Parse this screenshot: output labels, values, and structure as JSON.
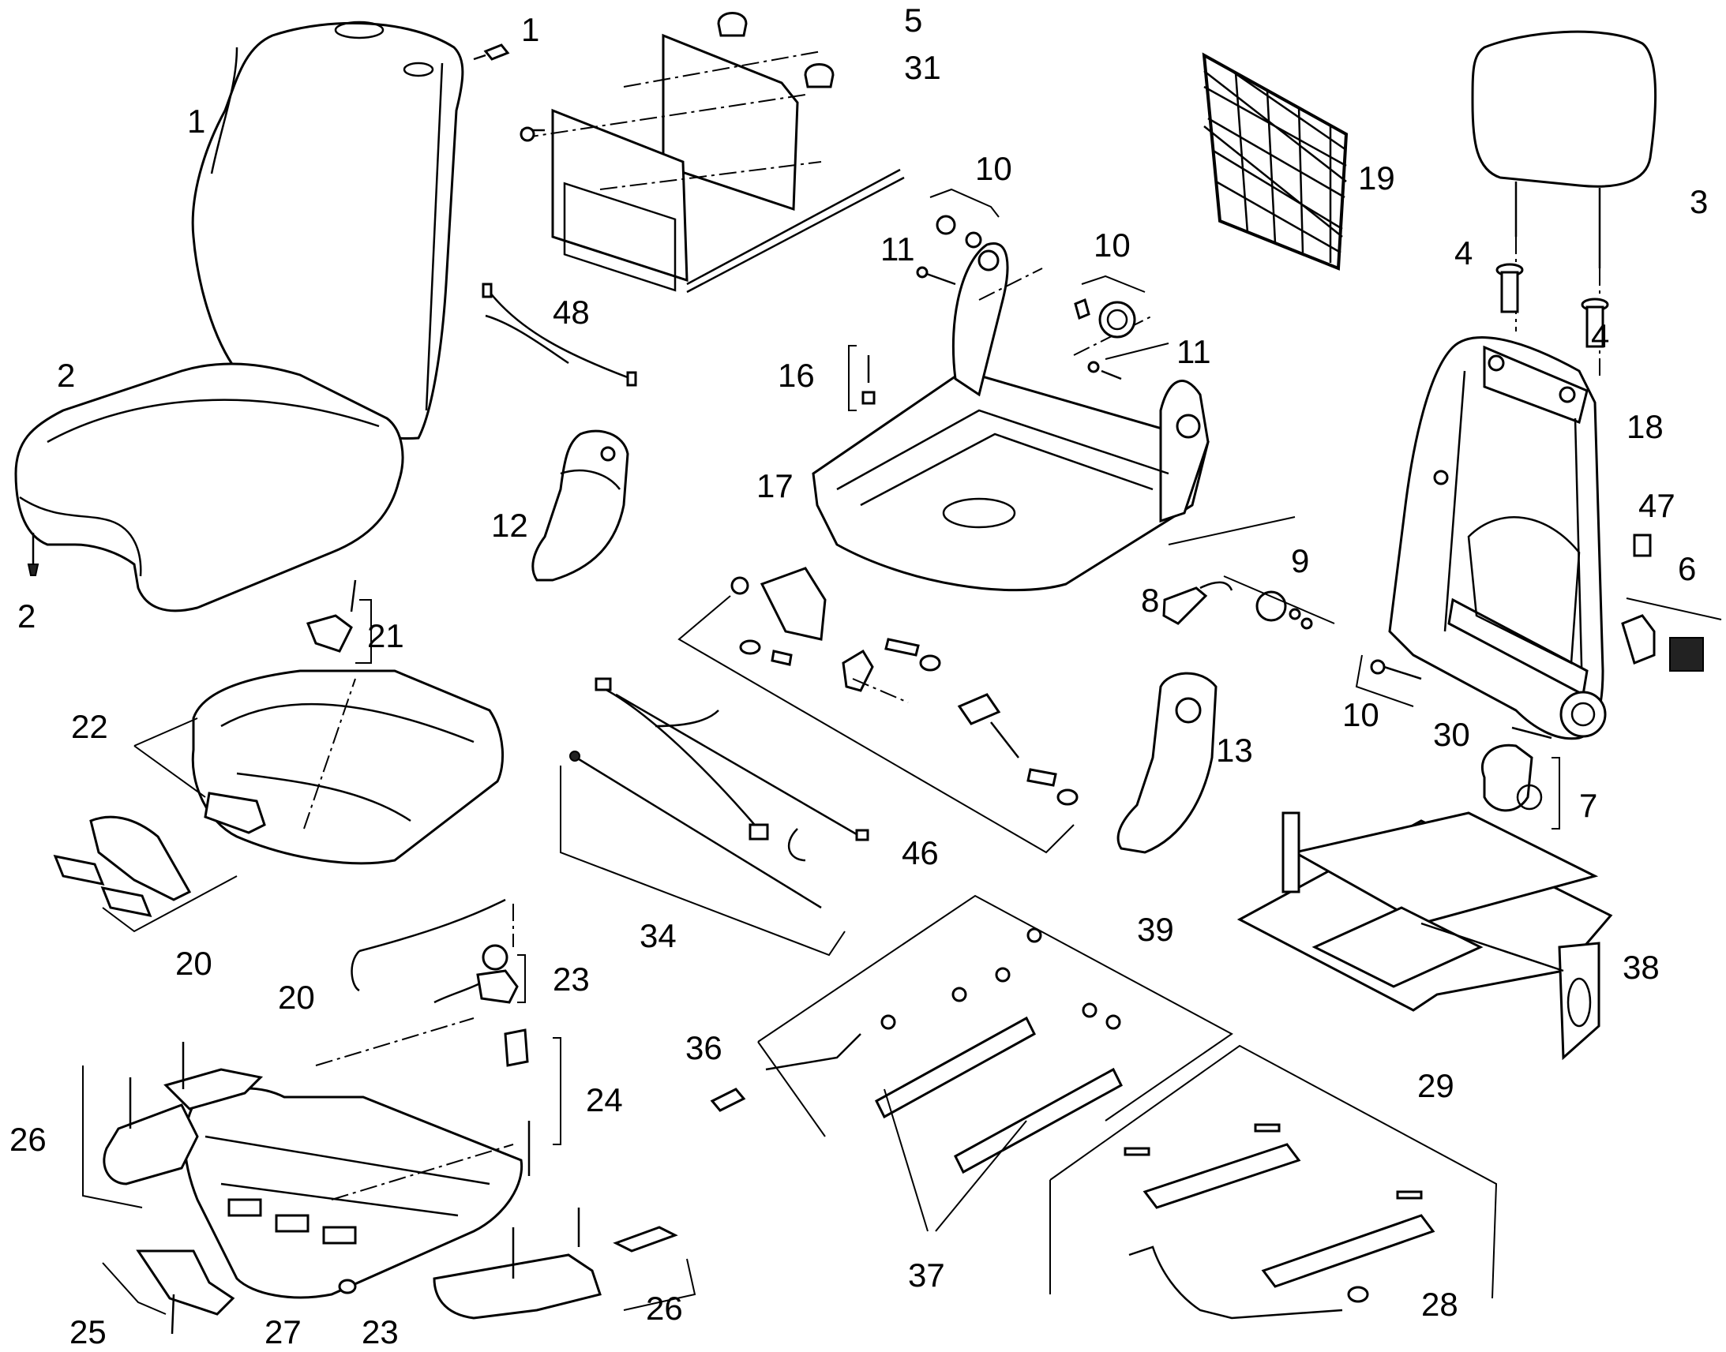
{
  "callouts": {
    "c1a": "1",
    "c1b": "1",
    "c2a": "2",
    "c2b": "2",
    "c3": "3",
    "c4a": "4",
    "c4b": "4",
    "c5": "5",
    "c6": "6",
    "c7": "7",
    "c8": "8",
    "c9": "9",
    "c10a": "10",
    "c10b": "10",
    "c10c": "10",
    "c11a": "11",
    "c11b": "11",
    "c12": "12",
    "c13": "13",
    "c16": "16",
    "c17": "17",
    "c18": "18",
    "c19": "19",
    "c20a": "20",
    "c20b": "20",
    "c21": "21",
    "c22": "22",
    "c23a": "23",
    "c23b": "23",
    "c24": "24",
    "c25": "25",
    "c26a": "26",
    "c26b": "26",
    "c27": "27",
    "c28": "28",
    "c29": "29",
    "c30": "30",
    "c31": "31",
    "c34": "34",
    "c36": "36",
    "c37": "37",
    "c38": "38",
    "c39": "39",
    "c46": "46",
    "c47": "47",
    "c48": "48"
  },
  "colors": {
    "ink": "#000000",
    "paper": "#ffffff"
  }
}
